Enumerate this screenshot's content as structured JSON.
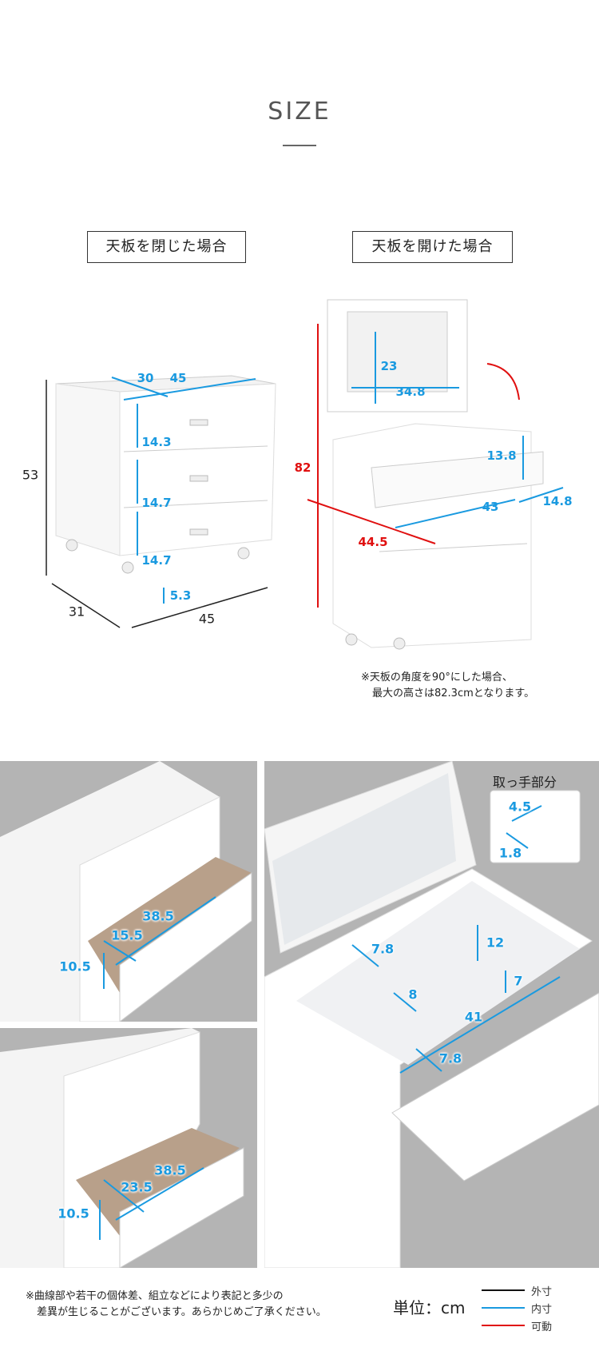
{
  "header": {
    "title": "SIZE"
  },
  "closed": {
    "label": "天板を閉じた場合",
    "dims": {
      "depth_top": "30",
      "width_top": "45",
      "drawer1": "14.3",
      "drawer2": "14.7",
      "drawer3": "14.7",
      "caster": "5.3",
      "height": "53",
      "depth": "31",
      "width": "45"
    }
  },
  "open": {
    "label": "天板を開けた場合",
    "dims": {
      "height": "82",
      "mirror_h": "23",
      "mirror_w": "34.8",
      "tray_h": "13.8",
      "tray_w": "43",
      "flap_d": "14.8",
      "swing": "44.5"
    },
    "note_line1": "※天板の角度を90°にした場合、",
    "note_line2": "最大の高さは82.3cmとなります。"
  },
  "photo_top_left": {
    "dims": [
      "38.5",
      "15.5",
      "10.5"
    ]
  },
  "photo_bottom_left": {
    "dims": [
      "38.5",
      "23.5",
      "10.5"
    ]
  },
  "photo_right": {
    "inset_title": "取っ手部分",
    "handle": [
      "4.5",
      "1.8"
    ],
    "dims": [
      "7.8",
      "12",
      "7",
      "8",
      "41",
      "7.8"
    ]
  },
  "footer": {
    "note_line1": "※曲線部や若干の個体差、組立などにより表記と多少の",
    "note_line2": "差異が生じることがございます。あらかじめご了承ください。",
    "unit": "単位：cm",
    "legend": [
      {
        "label": "外寸",
        "color": "#111111"
      },
      {
        "label": "内寸",
        "color": "#1a9ae0"
      },
      {
        "label": "可動",
        "color": "#e01010"
      }
    ]
  }
}
